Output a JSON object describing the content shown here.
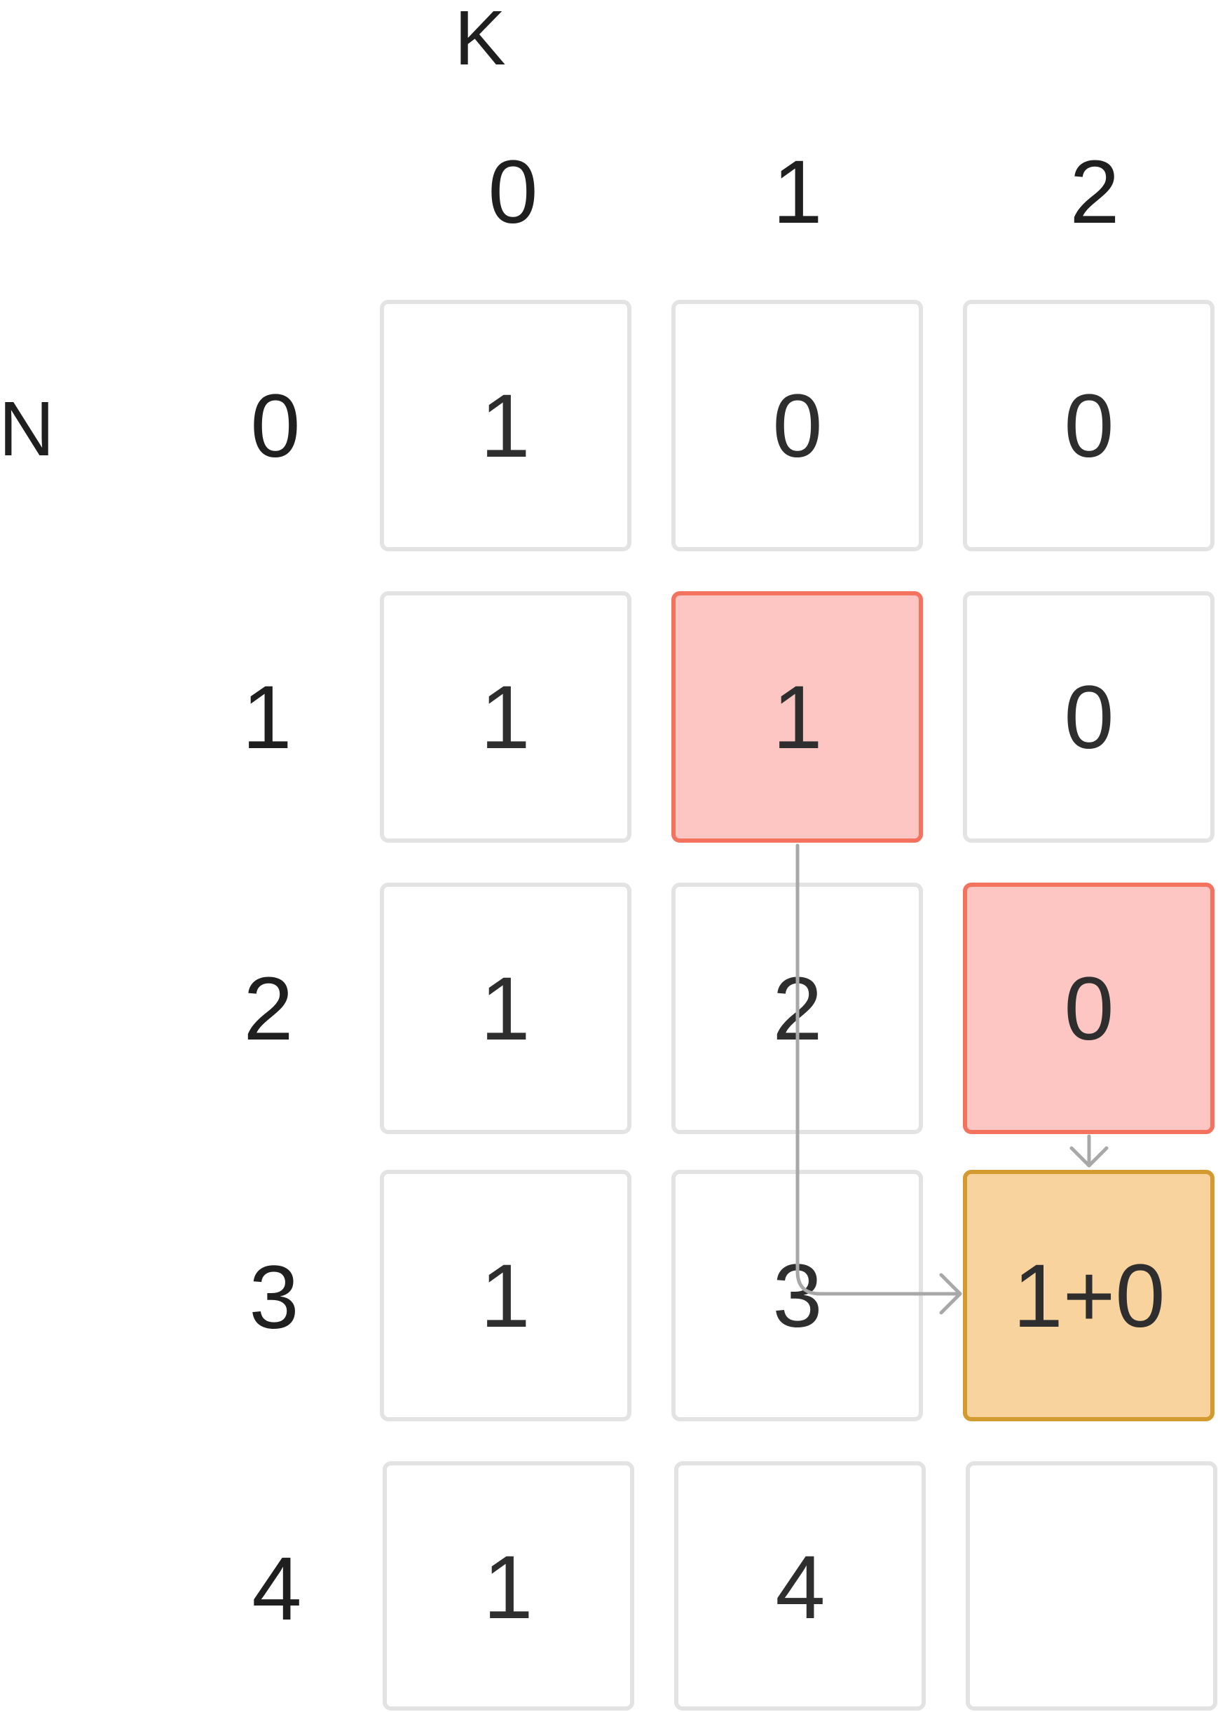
{
  "axes": {
    "k_title": "K",
    "n_title": "N",
    "k_labels": [
      "0",
      "1",
      "2"
    ],
    "n_labels": [
      "0",
      "1",
      "2",
      "3",
      "4"
    ]
  },
  "grid": {
    "cells": [
      [
        "1",
        "0",
        "0"
      ],
      [
        "1",
        "1",
        "0"
      ],
      [
        "1",
        "2",
        "0"
      ],
      [
        "1",
        "3",
        "1+0"
      ],
      [
        "1",
        "4",
        ""
      ]
    ],
    "highlighted_sources": [
      [
        1,
        1
      ],
      [
        2,
        2
      ]
    ],
    "highlighted_result": [
      3,
      2
    ]
  },
  "colors": {
    "default_fill": "#ffffff",
    "default_stroke": "#e3e3e3",
    "source_fill": "#fdc6c2",
    "source_stroke": "#f3735e",
    "result_fill": "#f9d39e",
    "result_stroke": "#d39a2f",
    "arrow": "#a8a8a8",
    "text": "#2e2e2e"
  }
}
